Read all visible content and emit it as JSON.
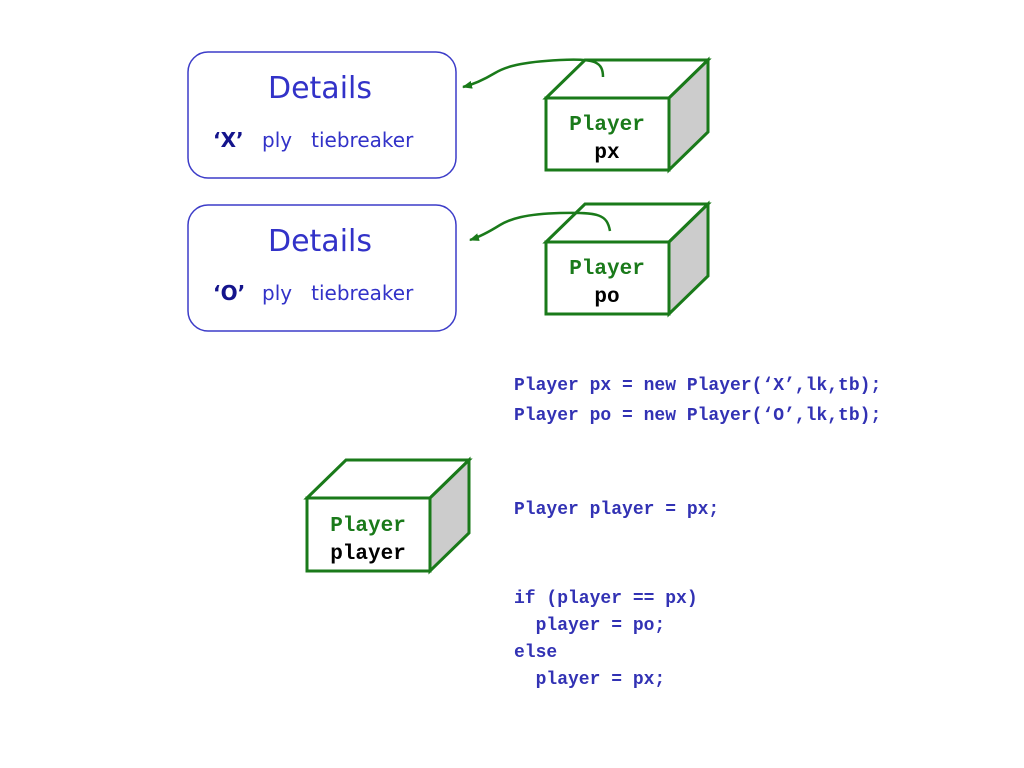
{
  "details_px": {
    "title": "Details",
    "char": "‘X’",
    "fields": "ply   tiebreaker"
  },
  "details_po": {
    "title": "Details",
    "char": "‘O’",
    "fields": "ply   tiebreaker"
  },
  "box_px": {
    "type": "Player",
    "name": "px"
  },
  "box_po": {
    "type": "Player",
    "name": "po"
  },
  "box_player": {
    "type": "Player",
    "name": "player"
  },
  "code": {
    "line1": "Player px = new Player(‘X’,lk,tb);",
    "line2": "Player po = new Player(‘O’,lk,tb);",
    "line3": "Player player = px;",
    "line4": "if (player == px)",
    "line5": "  player = po;",
    "line6": "else",
    "line7": "  player = px;"
  },
  "colors": {
    "details_border": "#3c3cc8",
    "details_text": "#3232c8",
    "box_border": "#1a7a1a",
    "box_side": "#cccccc",
    "code_text": "#3232b4"
  }
}
